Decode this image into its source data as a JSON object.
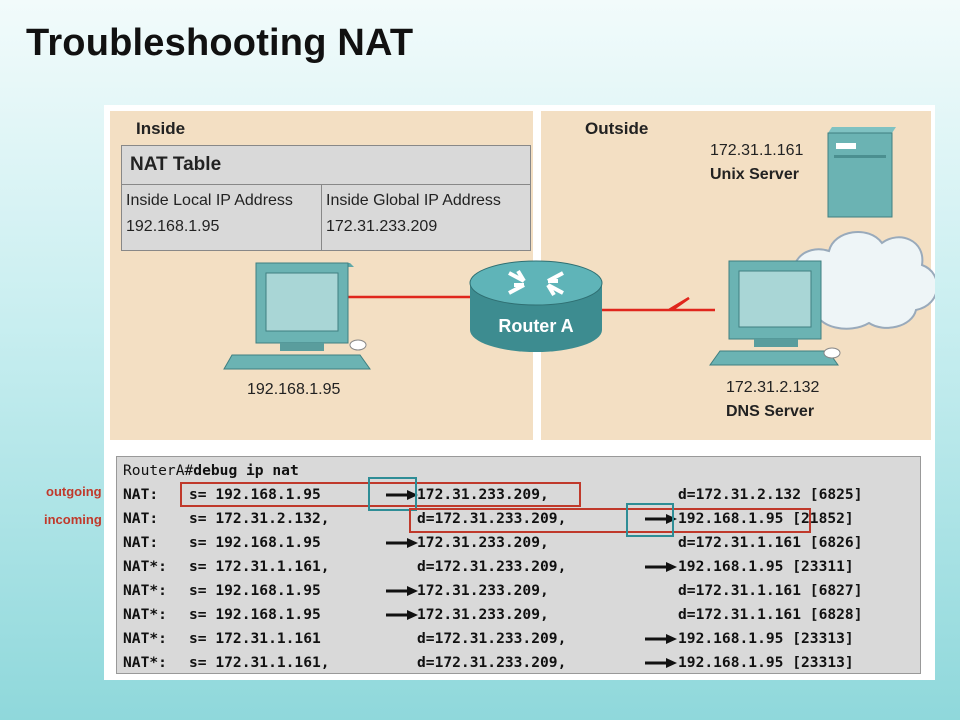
{
  "title": "Troubleshooting NAT",
  "diagram": {
    "inside_label": "Inside",
    "outside_label": "Outside",
    "nat_table": {
      "title": "NAT Table",
      "columns": [
        "Inside Local IP Address",
        "Inside Global IP Address"
      ],
      "row": [
        "192.168.1.95",
        "172.31.233.209"
      ]
    },
    "pc": {
      "ip": "192.168.1.95"
    },
    "router": {
      "label": "Router A"
    },
    "unix_server": {
      "ip": "172.31.1.161",
      "name": "Unix Server"
    },
    "dns_server": {
      "ip": "172.31.2.132",
      "name": "DNS Server"
    },
    "colors": {
      "panel": "#f3dfc3",
      "highlight_red": "#c0392b",
      "highlight_teal": "#2e8d96",
      "link_red": "#e0261c"
    }
  },
  "debug": {
    "prompt": "RouterA#",
    "command": "debug ip nat",
    "lines": [
      {
        "tag": "NAT:",
        "src": "s= 192.168.1.95",
        "mid": "172.31.233.209,",
        "dst": "d=172.31.2.132 [6825]",
        "arrow_after": "src"
      },
      {
        "tag": "NAT:",
        "src": "s= 172.31.2.132,",
        "mid": "d=172.31.233.209,",
        "dst": "192.168.1.95 [21852]",
        "arrow_after": "mid"
      },
      {
        "tag": "NAT:",
        "src": "s= 192.168.1.95",
        "mid": "172.31.233.209,",
        "dst": "d=172.31.1.161 [6826]",
        "arrow_after": "src"
      },
      {
        "tag": "NAT*:",
        "src": "s= 172.31.1.161,",
        "mid": "d=172.31.233.209,",
        "dst": "192.168.1.95 [23311]",
        "arrow_after": "mid"
      },
      {
        "tag": "NAT*:",
        "src": "s= 192.168.1.95",
        "mid": "172.31.233.209,",
        "dst": "d=172.31.1.161 [6827]",
        "arrow_after": "src"
      },
      {
        "tag": "NAT*:",
        "src": "s= 192.168.1.95",
        "mid": "172.31.233.209,",
        "dst": "d=172.31.1.161 [6828]",
        "arrow_after": "src"
      },
      {
        "tag": "NAT*:",
        "src": "s= 172.31.1.161",
        "mid": "d=172.31.233.209,",
        "dst": "192.168.1.95 [23313]",
        "arrow_after": "mid"
      },
      {
        "tag": "NAT*:",
        "src": "s= 172.31.1.161,",
        "mid": "d=172.31.233.209,",
        "dst": "192.168.1.95 [23313]",
        "arrow_after": "mid"
      }
    ]
  },
  "annotations": {
    "outgoing": "outgoing",
    "incoming": "incoming"
  }
}
